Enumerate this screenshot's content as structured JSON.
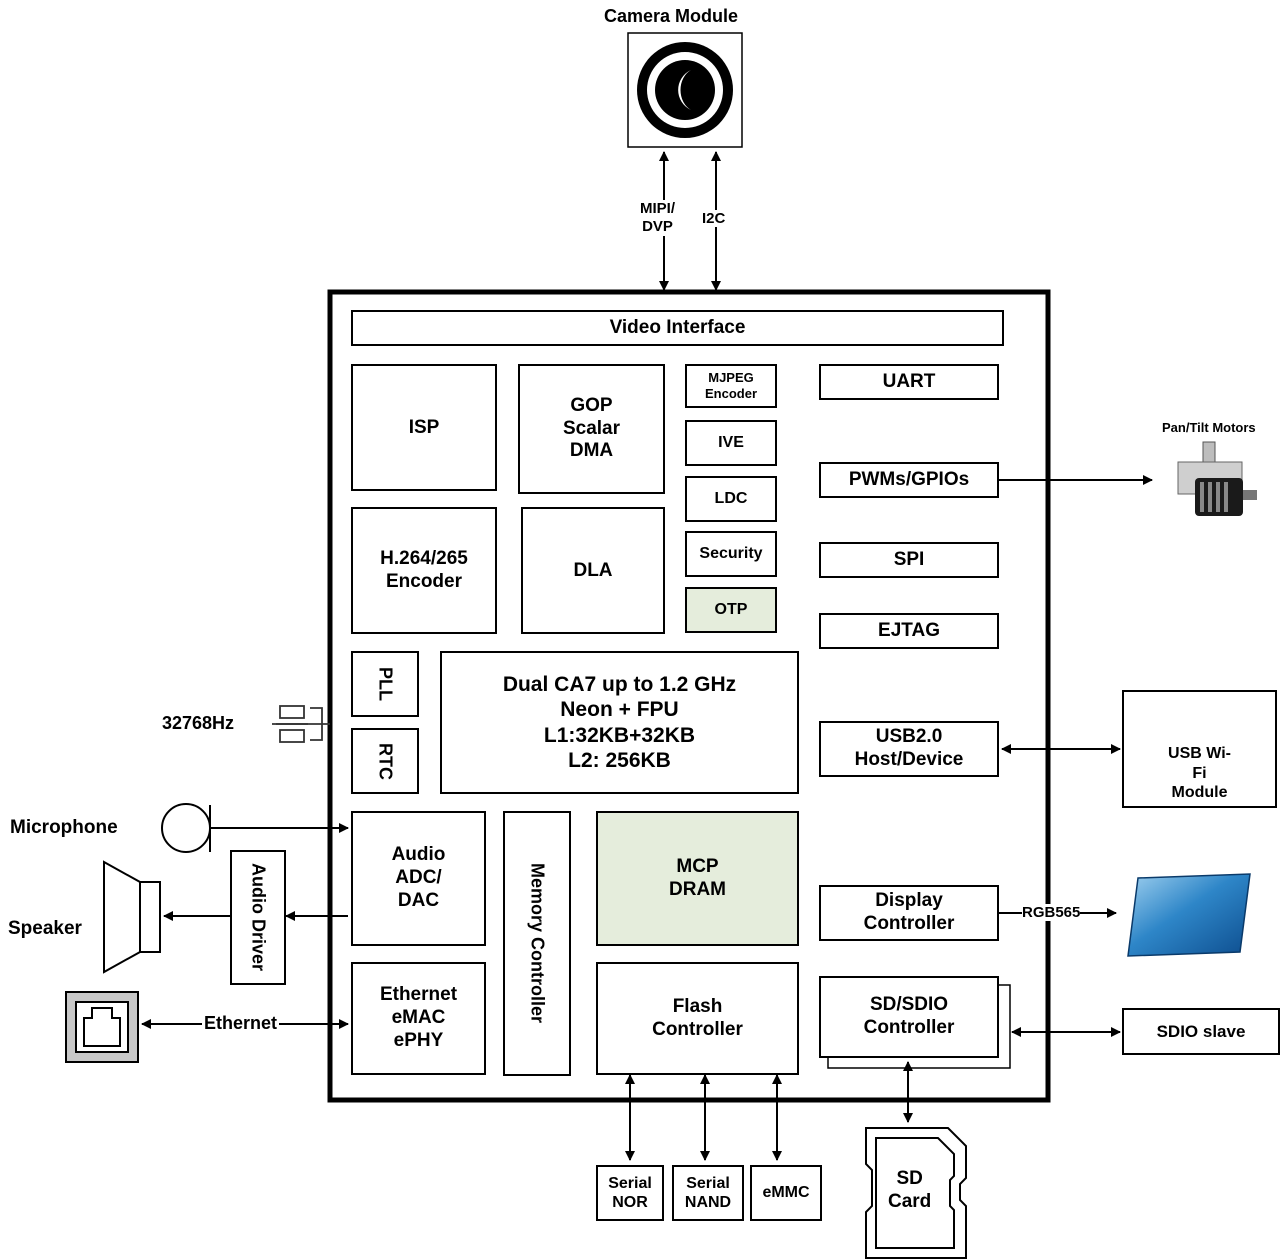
{
  "camera": {
    "title": "Camera Module",
    "mipi": [
      "MIPI/",
      "DVP"
    ],
    "i2c": "I2C"
  },
  "soc": {
    "video_interface": "Video Interface",
    "isp": "ISP",
    "gop": [
      "GOP",
      "Scalar",
      "DMA"
    ],
    "mjpeg": [
      "MJPEG",
      "Encoder"
    ],
    "ive": "IVE",
    "ldc": "LDC",
    "security": "Security",
    "otp": "OTP",
    "h264": [
      "H.264/265",
      "Encoder"
    ],
    "dla": "DLA",
    "pll": "PLL",
    "rtc": "RTC",
    "cpu": [
      "Dual CA7 up to 1.2 GHz",
      "Neon + FPU",
      "L1:32KB+32KB",
      "L2: 256KB"
    ],
    "audio": [
      "Audio",
      "ADC/",
      "DAC"
    ],
    "memory_controller": "Memory Controller",
    "mcp": [
      "MCP",
      "DRAM"
    ],
    "ethernet": [
      "Ethernet",
      "eMAC",
      "ePHY"
    ],
    "flash": [
      "Flash",
      "Controller"
    ],
    "uart": "UART",
    "pwm": "PWMs/GPIOs",
    "spi": "SPI",
    "ejtag": "EJTAG",
    "usb": [
      "USB2.0",
      "Host/Device"
    ],
    "display": [
      "Display",
      "Controller"
    ],
    "sdio_ctrl": [
      "SD/SDIO",
      "Controller"
    ]
  },
  "external": {
    "pan_tilt": "Pan/Tilt Motors",
    "crystal": "32768Hz",
    "wifi": [
      "USB Wi-",
      "Fi",
      "Module"
    ],
    "microphone": "Microphone",
    "speaker": "Speaker",
    "audio_driver": [
      "Audio",
      "Driver"
    ],
    "rgb": "RGB565",
    "ethernet_link": "Ethernet",
    "sdio_slave": "SDIO slave",
    "serial_nor": [
      "Serial",
      "NOR"
    ],
    "serial_nand": [
      "Serial",
      "NAND"
    ],
    "emmc": "eMMC",
    "sd_card": [
      "SD",
      "Card"
    ]
  },
  "colors": {
    "highlight_fill": "#e5eddc",
    "line": "#000000"
  }
}
